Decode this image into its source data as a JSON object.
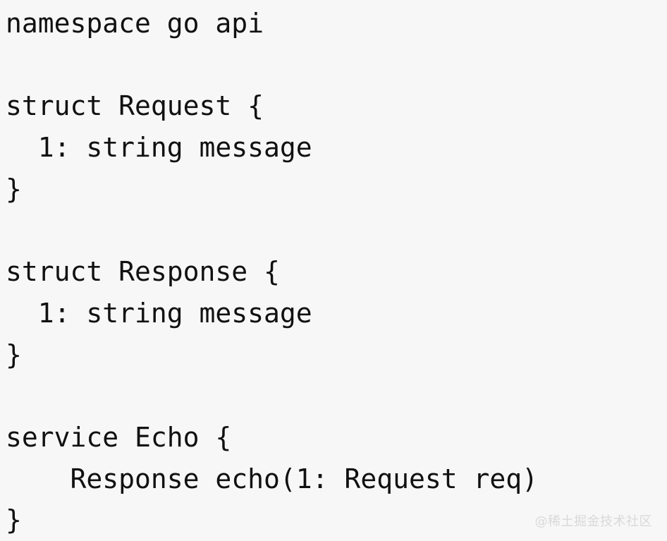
{
  "document": {
    "kind": "code-snippet",
    "language": "thrift",
    "background_color": "#f7f7f7",
    "text_color": "#111111",
    "code_lines": [
      "namespace go api",
      "",
      "struct Request {",
      "  1: string message",
      "}",
      "",
      "struct Response {",
      "  1: string message",
      "}",
      "",
      "service Echo {",
      "    Response echo(1: Request req)",
      "}"
    ]
  },
  "watermark": {
    "text": "@稀土掘金技术社区",
    "color": "#d9d9d9"
  }
}
